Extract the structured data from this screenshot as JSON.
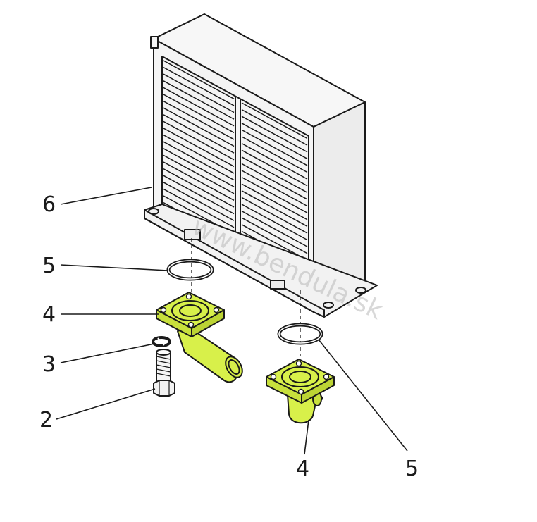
{
  "labels": {
    "l6": "6",
    "l5a": "5",
    "l4a": "4",
    "l3": "3",
    "l2": "2",
    "l4b": "4",
    "l5b": "5"
  },
  "watermark": "www.bendula.sk",
  "colors": {
    "part_highlight": "#d8f04a",
    "ink": "#1a1a1a",
    "radiator_face": "#f4f4f4",
    "radiator_side": "#e9e9e9"
  }
}
